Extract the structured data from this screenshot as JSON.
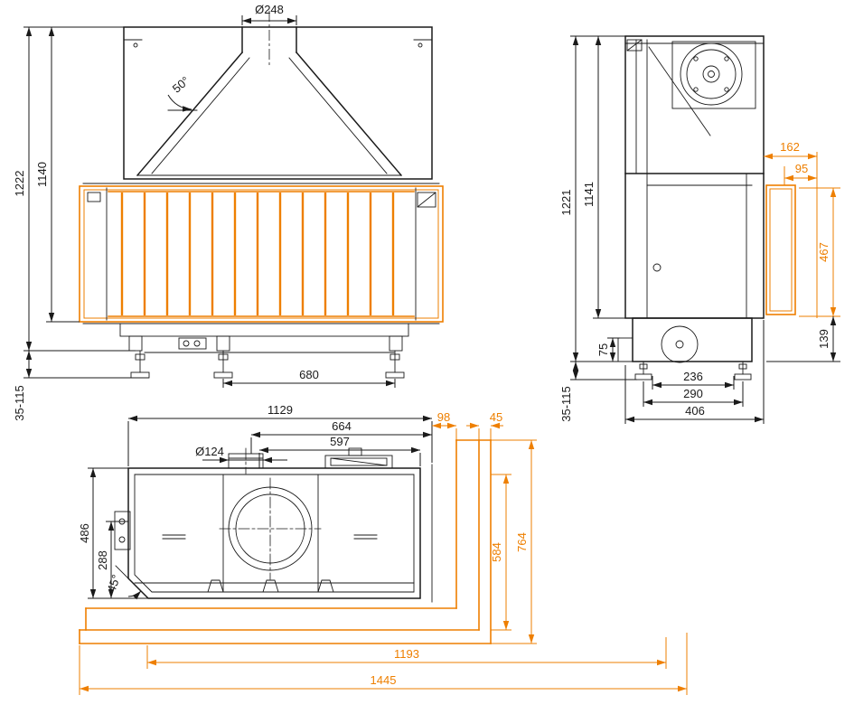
{
  "colors": {
    "ink": "#1a1a1a",
    "accent": "#ee7f00",
    "background": "#ffffff"
  },
  "front": {
    "flue_diameter": "Ø248",
    "hood_angle": "50°",
    "height_total": "1222",
    "height_body": "1140",
    "feet_adjust": "35-115",
    "feet_spacing": "680"
  },
  "side": {
    "height_total": "1221",
    "height_body": "1141",
    "offset_top": "162",
    "offset_inner": "95",
    "front_panel_height": "467",
    "plinth_height": "139",
    "rear_offset": "75",
    "depth_inner": "236",
    "depth_feet": "290",
    "depth_total": "406",
    "feet_adjust": "35-115"
  },
  "top": {
    "width_total": "1129",
    "width_flue_right": "664",
    "width_glass": "597",
    "flue_diameter": "Ø124",
    "gap_right": "98",
    "wall_thickness": "45",
    "depth_total": "486",
    "depth_front": "288",
    "corner_angle": "45°",
    "wall_depth_inner": "584",
    "wall_depth_outer": "764",
    "wall_width_inner": "1193",
    "wall_width_outer": "1445"
  }
}
